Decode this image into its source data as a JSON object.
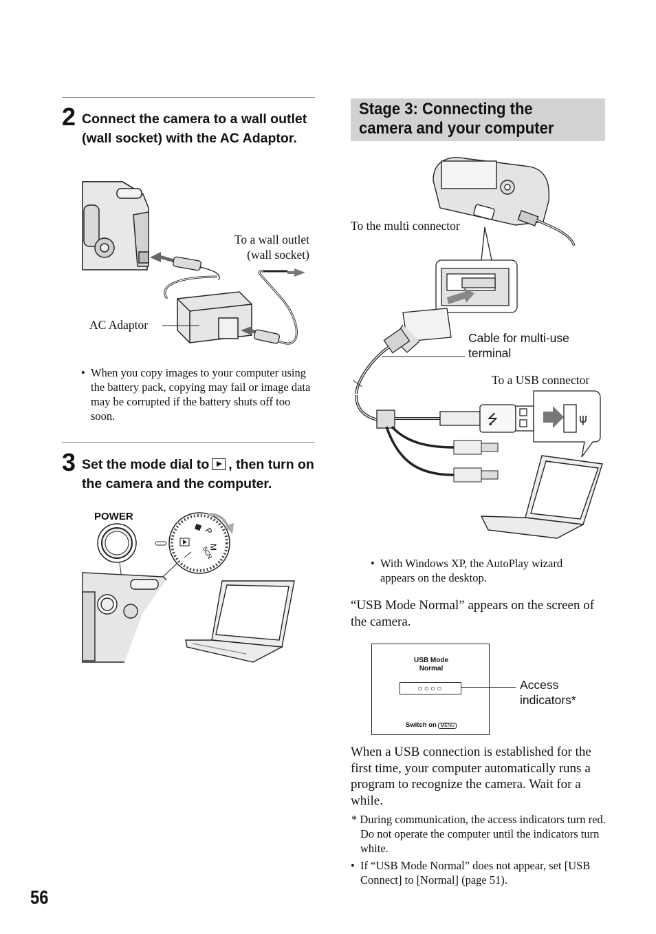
{
  "step2": {
    "number": "2",
    "instruction": "Connect the camera to a wall outlet (wall socket) with the AC Adaptor.",
    "label_outlet_line1": "To a wall outlet",
    "label_outlet_line2": "(wall socket)",
    "label_adaptor": "AC Adaptor",
    "note": "When you copy images to your computer using the battery pack, copying may fail or image data may be corrupted if the battery shuts off too soon."
  },
  "step3": {
    "number": "3",
    "instruction_before": "Set the mode dial to",
    "instruction_after": ", then turn on the camera and the computer.",
    "label_power": "POWER",
    "dial_labels": [
      "P",
      "M",
      "SCN"
    ]
  },
  "stage3": {
    "title": "Stage 3: Connecting the camera and your computer",
    "label_multi": "To the multi connector",
    "label_cable": "Cable for multi-use terminal",
    "label_usb": "To a USB connector",
    "note_xp": "With Windows XP, the AutoPlay wizard appears on the desktop.",
    "usb_mode_text": "“USB Mode Normal” appears on the screen of the camera.",
    "screen_line1": "USB Mode",
    "screen_line2": "Normal",
    "screen_switch": "Switch on",
    "screen_menu": "MENU",
    "label_access": "Access indicators*",
    "connection_text": "When a USB connection is established for the first time, your computer automatically runs a program to recognize the camera. Wait for a while.",
    "footnote": "* During communication, the access indicators turn red. Do not operate the computer until the indicators turn white.",
    "note_usb_connect": "If “USB Mode Normal” does not appear, set [USB Connect] to [Normal] (page 51)."
  },
  "page_number": "56"
}
